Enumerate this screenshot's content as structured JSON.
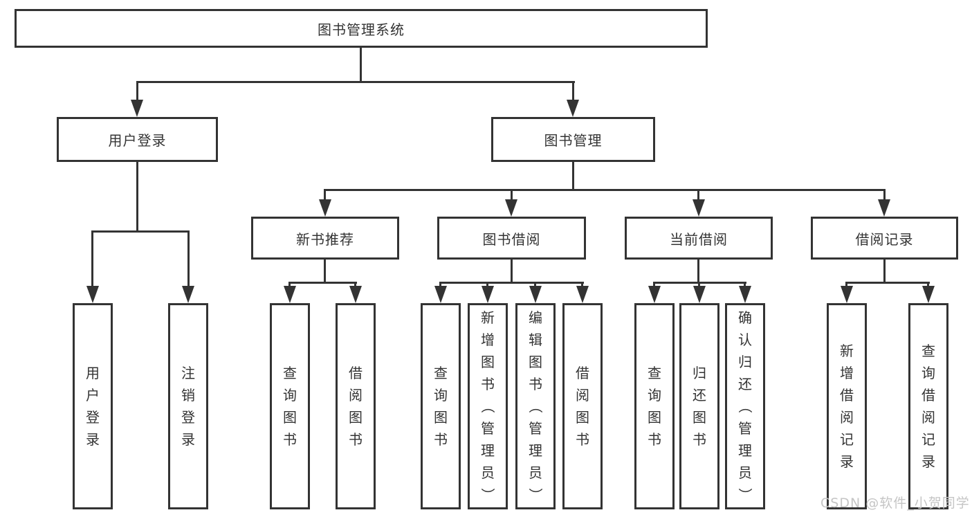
{
  "colors": {
    "line": "#333333",
    "text": "#333333",
    "background": "#ffffff",
    "watermark_color": "#c5c5c5"
  },
  "diagram": {
    "root": {
      "label": "图书管理系统"
    },
    "branches": [
      {
        "label": "用户登录",
        "children": [
          {
            "label": "用户登录"
          },
          {
            "label": "注销登录"
          }
        ]
      },
      {
        "label": "图书管理",
        "children": [
          {
            "label": "新书推荐",
            "children": [
              {
                "label": "查询图书"
              },
              {
                "label": "借阅图书"
              }
            ]
          },
          {
            "label": "图书借阅",
            "children": [
              {
                "label": "查询图书"
              },
              {
                "label": "新增图书（管理员）"
              },
              {
                "label": "编辑图书（管理员）"
              },
              {
                "label": "借阅图书"
              }
            ]
          },
          {
            "label": "当前借阅",
            "children": [
              {
                "label": "查询图书"
              },
              {
                "label": "归还图书"
              },
              {
                "label": "确认归还（管理员）"
              }
            ]
          },
          {
            "label": "借阅记录",
            "children": [
              {
                "label": "新增借阅记录"
              },
              {
                "label": "查询借阅记录"
              }
            ]
          }
        ]
      }
    ]
  },
  "watermark": {
    "text": "CSDN @软件_小贺同学"
  }
}
